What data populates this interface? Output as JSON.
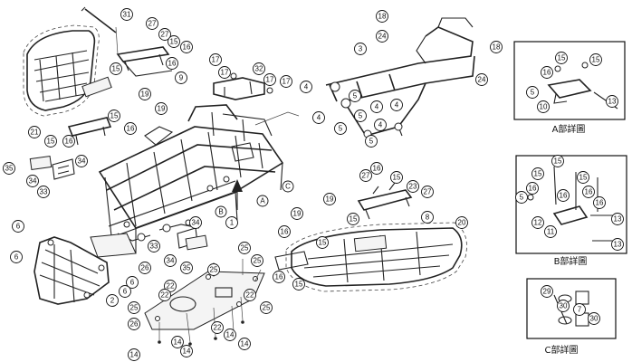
{
  "figure": {
    "panel_captions": {
      "detail_a": "A部詳圖",
      "detail_b": "B部詳圖",
      "detail_c": "C部詳圖"
    },
    "detail_markers": [
      "A",
      "B",
      "C"
    ]
  },
  "callouts": {
    "c31": "31",
    "c27a": "27",
    "c27b": "27",
    "c15a": "15",
    "c16a": "16",
    "c15b": "15",
    "c16b": "16",
    "c9": "9",
    "c19a": "19",
    "c19b": "19",
    "c15c": "15",
    "c16c": "16",
    "c21": "21",
    "c15d": "15",
    "c16d": "16",
    "c35a": "35",
    "c34a": "34",
    "c33a": "33",
    "c34b": "34",
    "c17a": "17",
    "c17b": "17",
    "c32": "32",
    "c17c": "17",
    "c17d": "17",
    "c18a": "18",
    "c24a": "24",
    "c3": "3",
    "c18b": "18",
    "c24b": "24",
    "c4a": "4",
    "c4b": "4",
    "c5a": "5",
    "c5b": "5",
    "c4c": "4",
    "c5c": "5",
    "c4d": "4",
    "c5d": "5",
    "c4e": "4",
    "c16e": "16",
    "c27c": "27",
    "c15e": "15",
    "c23": "23",
    "c27d": "27",
    "c8": "8",
    "c19c": "19",
    "c19d": "19",
    "c15f": "15",
    "c20": "20",
    "c16f": "16",
    "c15g": "15",
    "c16g": "16",
    "c15h": "15",
    "c34c": "34",
    "c33b": "33",
    "c34d": "34",
    "c35b": "35",
    "c26a": "26",
    "c1": "1",
    "c6a": "6",
    "c6b": "6",
    "c6c": "6",
    "c6d": "6",
    "c2": "2",
    "c25a": "25",
    "c25b": "25",
    "c25c": "25",
    "c25d": "25",
    "c25e": "25",
    "c22a": "22",
    "c22b": "22",
    "c22c": "22",
    "c22d": "22",
    "c26b": "26",
    "c14a": "14",
    "c14b": "14",
    "c14c": "14",
    "c14d": "14",
    "c14e": "14",
    "a15a": "15",
    "a16": "16",
    "a5": "5",
    "a15b": "15",
    "a10": "10",
    "a13": "13",
    "b15a": "15",
    "b15b": "15",
    "b16a": "16",
    "b5": "5",
    "b16b": "16",
    "b16c": "16",
    "b15c": "15",
    "b16d": "16",
    "b12": "12",
    "b11": "11",
    "b13a": "13",
    "b13b": "13",
    "k29": "29",
    "k30a": "30",
    "k7": "7",
    "k30b": "30"
  }
}
